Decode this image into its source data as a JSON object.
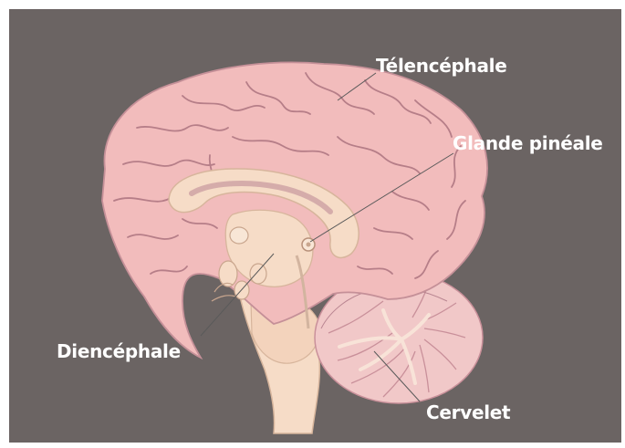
{
  "labels": {
    "telencephale": "Télencéphale",
    "glande_pineale": "Glande pinéale",
    "diencephale": "Diencéphale",
    "cervelet": "Cervelet"
  },
  "colors": {
    "background": "#6b6463",
    "frame": "#ffffff",
    "cortex": "#f2bcbc",
    "sulcus": "#b67e88",
    "brainstem": "#f6dcc7",
    "cerebellum": "#f1c8c8",
    "leader_line": "#5a5a5a",
    "label_text": "#ffffff"
  }
}
